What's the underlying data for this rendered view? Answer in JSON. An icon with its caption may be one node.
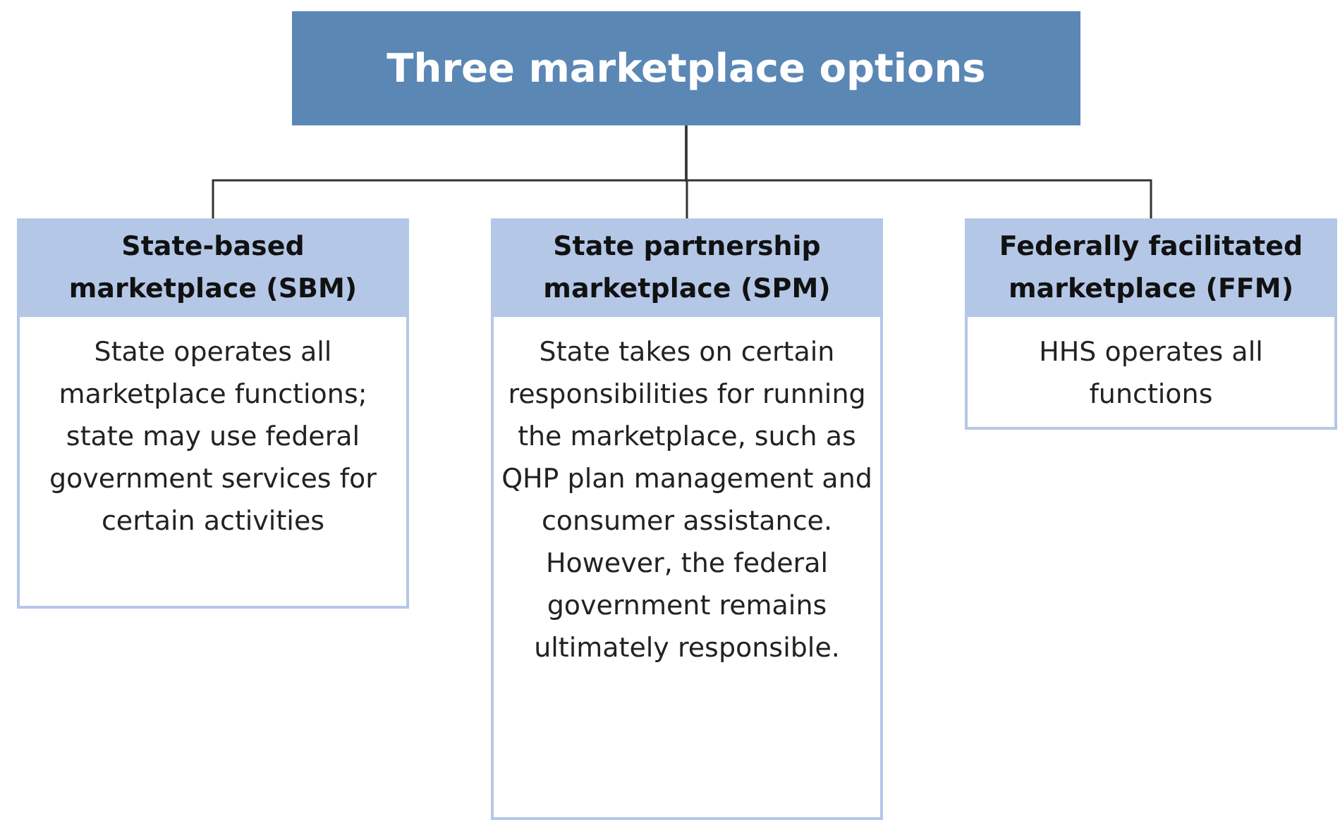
{
  "diagram": {
    "nodes": [
      {
        "text": [
          "Three marketplace options"
        ]
      },
      {
        "text": [
          "State-based marketplace (SBM)",
          "State operates all marketplace functions; state may use federal government services for certain activities"
        ]
      },
      {
        "text": [
          "State partnership marketplace (SPM)",
          "State takes on certain responsibilities for running the marketplace, such as QHP plan management and consumer assistance. However, the federal government remains ultimately responsible."
        ]
      },
      {
        "text": [
          "Federally facilitated marketplace (FFM)",
          "HHS operates all functions"
        ]
      }
    ],
    "edges": [
      {
        "from": 0,
        "to": 1,
        "arrow": "none"
      },
      {
        "from": 0,
        "to": 2,
        "arrow": "none"
      },
      {
        "from": 0,
        "to": 3,
        "arrow": "none"
      }
    ]
  }
}
